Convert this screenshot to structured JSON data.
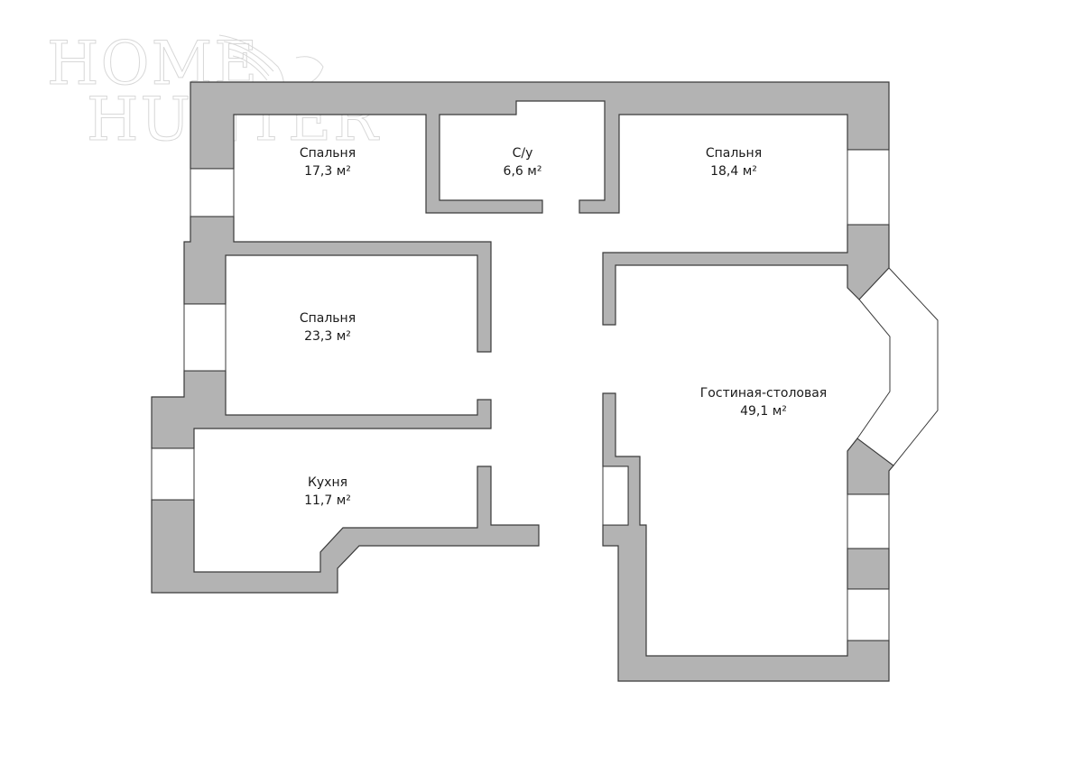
{
  "watermark": {
    "line1": "HOME",
    "line2": "HUNTER",
    "icon": "eagle-icon"
  },
  "colors": {
    "wall": "#b3b3b3",
    "wall_stroke": "#3a3a3a",
    "background": "#ffffff",
    "text": "#1a1a1a",
    "watermark": "#d8d8d8"
  },
  "rooms": [
    {
      "name": "Спальня",
      "area": "17,3 м²"
    },
    {
      "name": "С/у",
      "area": "6,6 м²"
    },
    {
      "name": "Спальня",
      "area": "18,4 м²"
    },
    {
      "name": "Спальня",
      "area": "23,3 м²"
    },
    {
      "name": "Гостиная-столовая",
      "area": "49,1 м²"
    },
    {
      "name": "Кухня",
      "area": "11,7 м²"
    }
  ]
}
